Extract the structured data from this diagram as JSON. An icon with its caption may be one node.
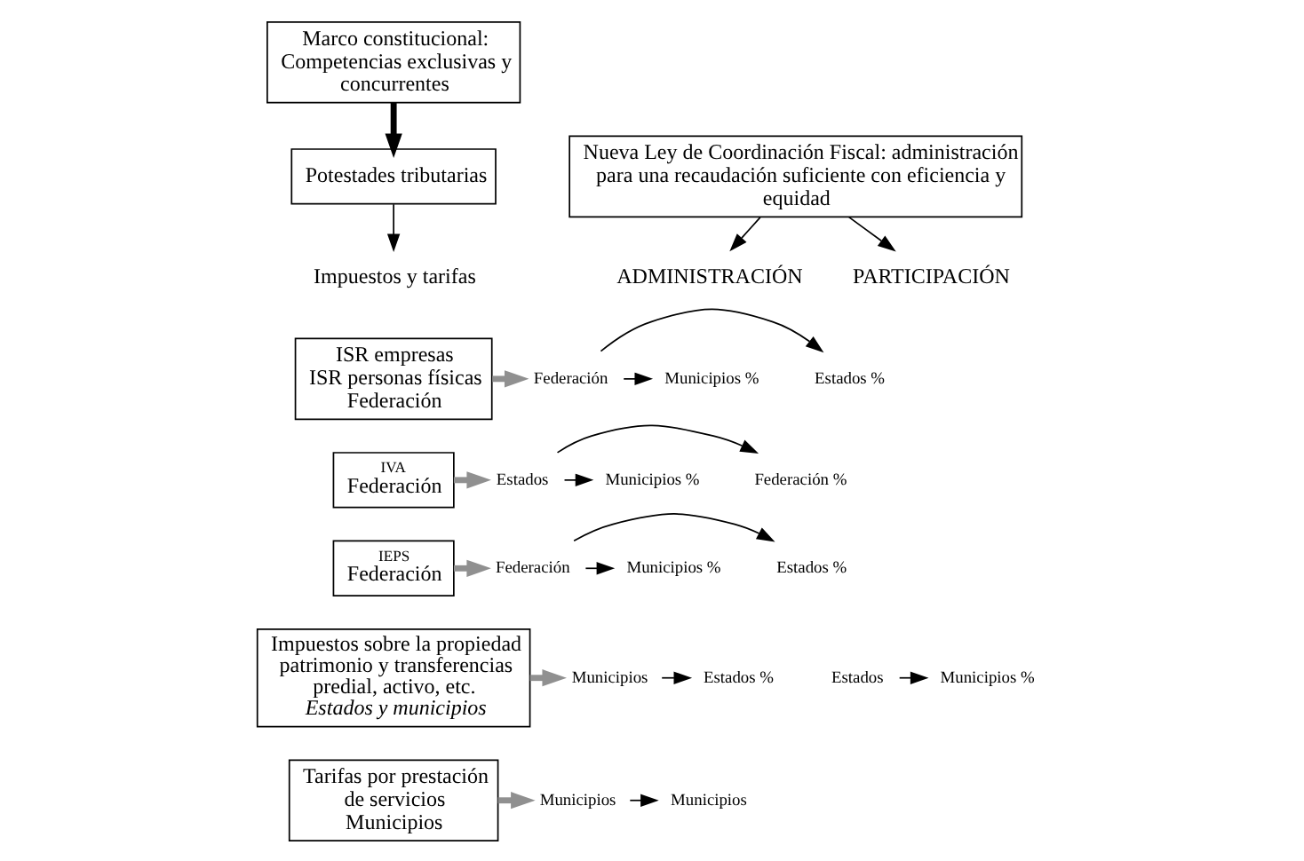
{
  "diagram": {
    "nodes": [
      {
        "text": [
          "Marco constitucional: Competencias exclusivas y concurrentes"
        ]
      },
      {
        "text": [
          "Nueva Ley de Coordinación Fiscal: administración para una recaudación suficiente con eficiencia y equidad"
        ]
      },
      {
        "text": [
          "Potestades tributarias"
        ]
      },
      {
        "text": [
          "Impuestos y tarifas"
        ]
      },
      {
        "text": [
          "ADMINISTRACIÓN"
        ]
      },
      {
        "text": [
          "PARTICIPACIÓN"
        ]
      },
      {
        "text": [
          "ISR empresas",
          "ISR personas físicas",
          "Federación"
        ]
      },
      {
        "text": [
          "Federación"
        ]
      },
      {
        "text": [
          "Estados %"
        ]
      },
      {
        "text": [
          "Municipios %"
        ]
      },
      {
        "text": [
          "IVA",
          "Federación"
        ]
      },
      {
        "text": [
          "Estados"
        ]
      },
      {
        "text": [
          "Federación %"
        ]
      },
      {
        "text": [
          "Municipios %"
        ]
      },
      {
        "text": [
          "IEPS",
          "Federación"
        ]
      },
      {
        "text": [
          "Federación"
        ]
      },
      {
        "text": [
          "Estados %"
        ]
      },
      {
        "text": [
          "Municipios %"
        ]
      },
      {
        "text": [
          "Impuestos sobre la propiedad patrimonio y transferencias predial, activo, etc.",
          "Estados y municipios"
        ]
      },
      {
        "text": [
          "Municipios"
        ]
      },
      {
        "text": [
          "Estados"
        ]
      },
      {
        "text": [
          "Estados %"
        ]
      },
      {
        "text": [
          "Municipios %"
        ]
      },
      {
        "text": [
          "Tarifas por prestación de servicios",
          "Municipios"
        ]
      },
      {
        "text": [
          "Municipios"
        ]
      },
      {
        "text": [
          "Municipios"
        ]
      }
    ],
    "edges": [
      {
        "from": 0,
        "to": 2,
        "arrow": "to",
        "style": "thick"
      },
      {
        "from": 2,
        "to": 3,
        "arrow": "to"
      },
      {
        "from": 1,
        "to": 4,
        "arrow": "to"
      },
      {
        "from": 1,
        "to": 5,
        "arrow": "to"
      },
      {
        "from": 6,
        "to": 7,
        "arrow": "to",
        "style": "thick",
        "color": "#909090"
      },
      {
        "from": 7,
        "to": 8,
        "arrow": "to"
      },
      {
        "from": 7,
        "to": 9,
        "arrow": "to"
      },
      {
        "from": 10,
        "to": 11,
        "arrow": "to",
        "style": "thick",
        "color": "#909090"
      },
      {
        "from": 11,
        "to": 12,
        "arrow": "to"
      },
      {
        "from": 11,
        "to": 13,
        "arrow": "to"
      },
      {
        "from": 14,
        "to": 15,
        "arrow": "to",
        "style": "thick",
        "color": "#909090"
      },
      {
        "from": 15,
        "to": 16,
        "arrow": "to"
      },
      {
        "from": 15,
        "to": 17,
        "arrow": "to"
      },
      {
        "from": 18,
        "to": 19,
        "arrow": "to",
        "style": "thick",
        "color": "#909090"
      },
      {
        "from": 19,
        "to": 21,
        "arrow": "to"
      },
      {
        "from": 20,
        "to": 22,
        "arrow": "to"
      },
      {
        "from": 23,
        "to": 24,
        "arrow": "to",
        "style": "thick",
        "color": "#909090"
      },
      {
        "from": 24,
        "to": 25,
        "arrow": "to"
      }
    ]
  }
}
